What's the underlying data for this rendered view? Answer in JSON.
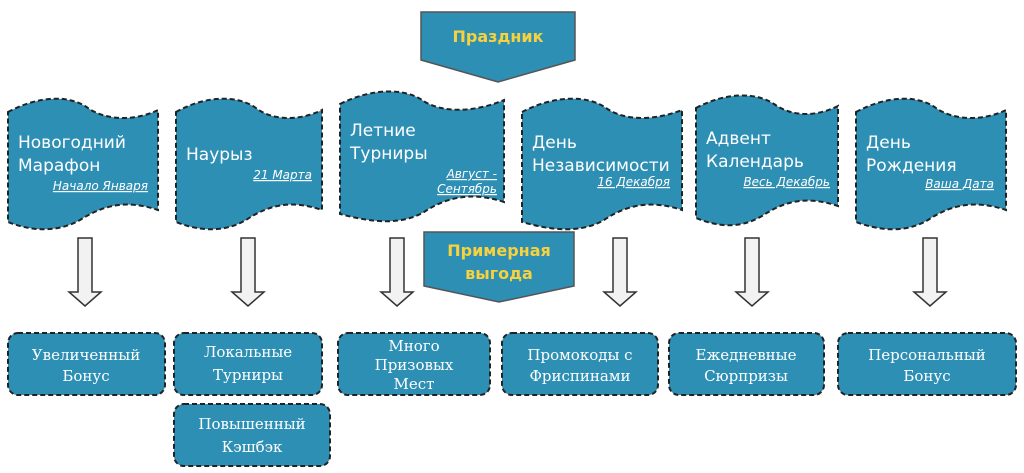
{
  "badges": {
    "holiday": "Праздник",
    "benefit_line1": "Примерная",
    "benefit_line2": "выгода"
  },
  "holidays": [
    {
      "line1": "Новогодний",
      "line2": "Марафон",
      "date1": "Начало Января",
      "date2": ""
    },
    {
      "line1": "Наурыз",
      "line2": "",
      "date1": "21 Марта",
      "date2": ""
    },
    {
      "line1": "Летние",
      "line2": "Турниры",
      "date1": "Август -",
      "date2": "Сентябрь"
    },
    {
      "line1": "День",
      "line2": "Независимости",
      "date1": "16 Декабря",
      "date2": ""
    },
    {
      "line1": "Адвент",
      "line2": "Календарь",
      "date1": "Весь Декабрь",
      "date2": ""
    },
    {
      "line1": "День",
      "line2": "Рождения",
      "date1": "Ваша Дата",
      "date2": ""
    }
  ],
  "benefits": [
    {
      "lines": [
        "Увеличенный",
        "Бонус"
      ]
    },
    {
      "lines": [
        "Локальные",
        "Турниры"
      ]
    },
    {
      "lines": [
        "Много",
        "Призовых",
        "Мест"
      ]
    },
    {
      "lines": [
        "Промокоды с",
        "Фриспинами"
      ]
    },
    {
      "lines": [
        "Ежедневные",
        "Сюрпризы"
      ]
    },
    {
      "lines": [
        "Персональный",
        "Бонус"
      ]
    },
    {
      "lines": [
        "Повышенный",
        "Кэшбэк"
      ]
    }
  ],
  "colors": {
    "fill": "#2e8fb5",
    "badge_text": "#f7d23e",
    "arrow_fill": "#f2f2f2",
    "outline": "#333333"
  }
}
